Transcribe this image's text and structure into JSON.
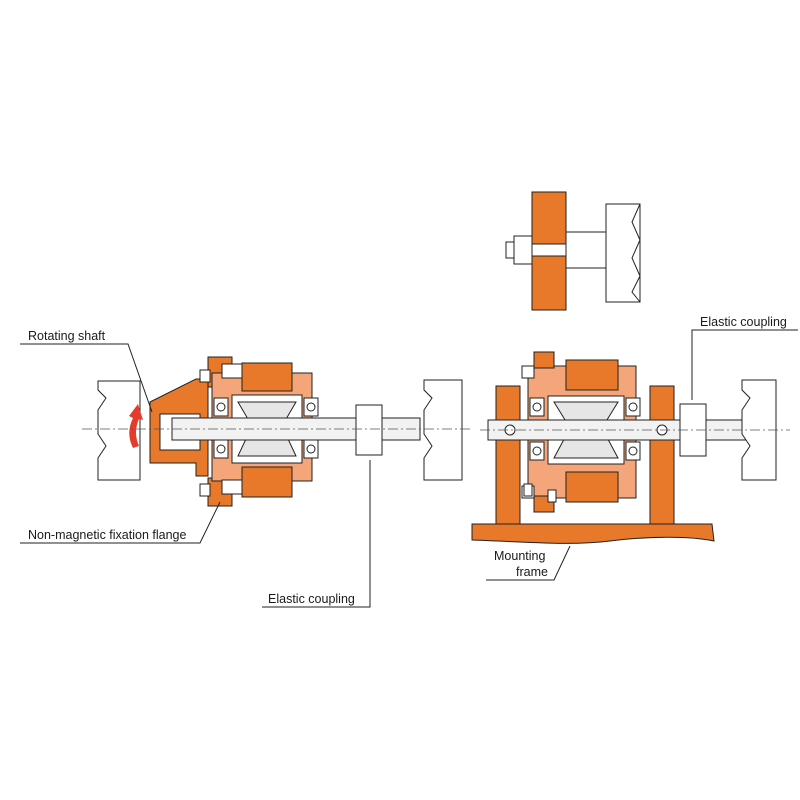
{
  "labels": {
    "rotating_shaft": "Rotating shaft",
    "fixation_flange": "Non-magnetic fixation flange",
    "elastic_coupling_left": "Elastic coupling",
    "elastic_coupling_right": "Elastic coupling",
    "mounting_frame_line1": "Mounting",
    "mounting_frame_line2": "frame"
  },
  "colors": {
    "orange": "#e8782a",
    "light_orange": "#f4a67a",
    "metal": "#e6e6e6",
    "line": "#222222",
    "arrow": "#e53b2c"
  }
}
